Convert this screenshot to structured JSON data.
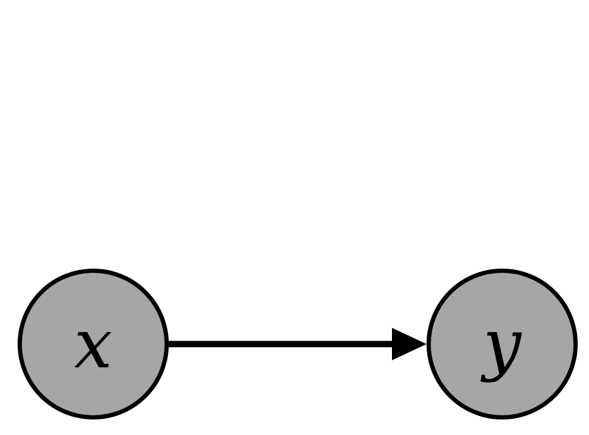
{
  "diagram": {
    "nodes": [
      {
        "id": "x",
        "label": "x",
        "fill": "#a6a6a6"
      },
      {
        "id": "y",
        "label": "y",
        "fill": "#a6a6a6"
      }
    ],
    "edges": [
      {
        "from": "x",
        "to": "y",
        "directed": true
      }
    ],
    "colors": {
      "node_fill": "#a6a6a6",
      "stroke": "#000000",
      "background": "#ffffff"
    }
  }
}
